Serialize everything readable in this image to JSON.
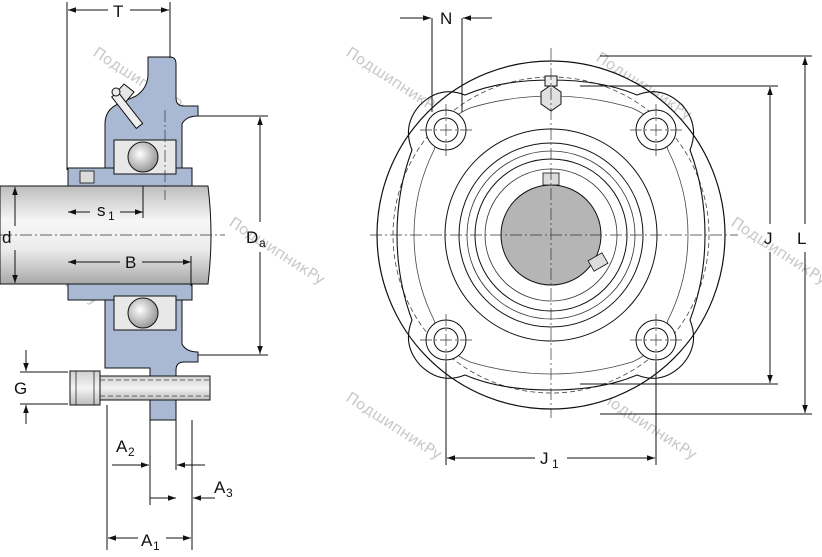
{
  "labels": {
    "T": "T",
    "N": "N",
    "s": "s",
    "s_sub": "1",
    "d": "d",
    "D": "D",
    "D_sub": "a",
    "B": "B",
    "J": "J",
    "L": "L",
    "G": "G",
    "A2": "A",
    "A2_sub": "2",
    "A3": "A",
    "A3_sub": "3",
    "A1": "A",
    "A1_sub": "1",
    "J1": "J",
    "J1_sub": "1"
  },
  "watermark": "ПодшипникРу",
  "colors": {
    "housing": "#a9b9d3",
    "shaft_light": "#f4f4f4",
    "shaft_dark": "#b8b8b8",
    "bore": "#b5b5b5",
    "line": "#111111",
    "watermark": "#c8c8c8"
  }
}
